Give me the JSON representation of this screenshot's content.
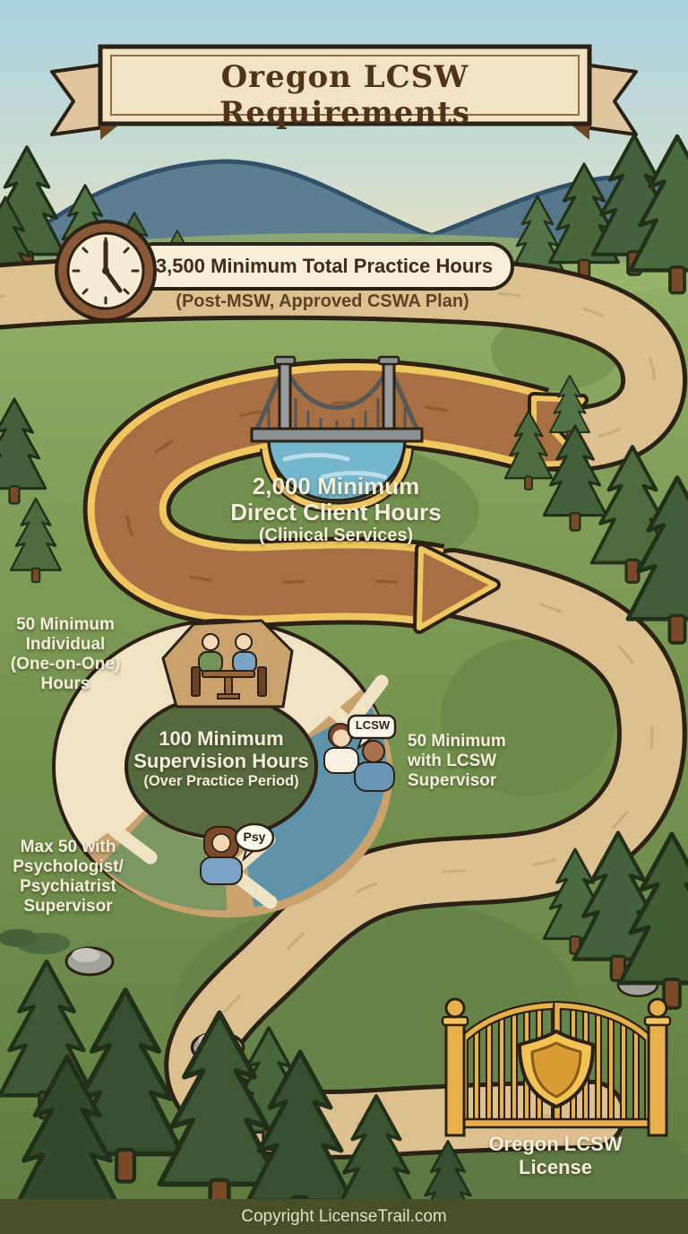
{
  "banner": {
    "title": "Oregon LCSW Requirements"
  },
  "practice_hours": {
    "headline": "3,500 Minimum Total Practice Hours",
    "subline": "(Post-MSW, Approved CSWA Plan)"
  },
  "direct_client_hours": {
    "lines": [
      "2,000 Minimum",
      "Direct Client Hours",
      "(Clinical Services)"
    ]
  },
  "supervision_hours": {
    "center_lines": [
      "100 Minimum",
      "Supervision Hours",
      "(Over Practice Period)"
    ],
    "individual_label_lines": [
      "50 Minimum",
      "Individual",
      "(One-on-One)",
      "Hours"
    ],
    "lcsw_label_lines": [
      "50 Minimum",
      "with LCSW",
      "Supervisor"
    ],
    "psych_label_lines": [
      "Max 50 with",
      "Psychologist/",
      "Psychiatrist",
      "Supervisor"
    ],
    "lcsw_bubble": "LCSW",
    "psy_bubble": "Psy"
  },
  "license": {
    "lines": [
      "Oregon LCSW",
      "License"
    ]
  },
  "footer": {
    "copyright": "Copyright LicenseTrail.com"
  },
  "icons": [
    "clock-icon",
    "bridge-icon",
    "meeting-icon",
    "lcsw-supervisor-icon",
    "psychologist-icon",
    "gate-icon",
    "shield-icon"
  ],
  "colors": {
    "outline": "#2b2115",
    "banner_cream": "#f2e3c2",
    "trail_tan": "#dcc08f",
    "road_brown": "#a76f42",
    "gold": "#efc65f",
    "segment_tan": "#c9a26d",
    "segment_blue": "#5e93a9",
    "segment_green": "#7d9763",
    "center_green": "#57693f",
    "label_cream": "#f3efda",
    "title_brown": "#4f331d",
    "footer_bg": "#474f28",
    "sky_blue": "#a8d2e0",
    "water_blue": "#74b6cb"
  }
}
